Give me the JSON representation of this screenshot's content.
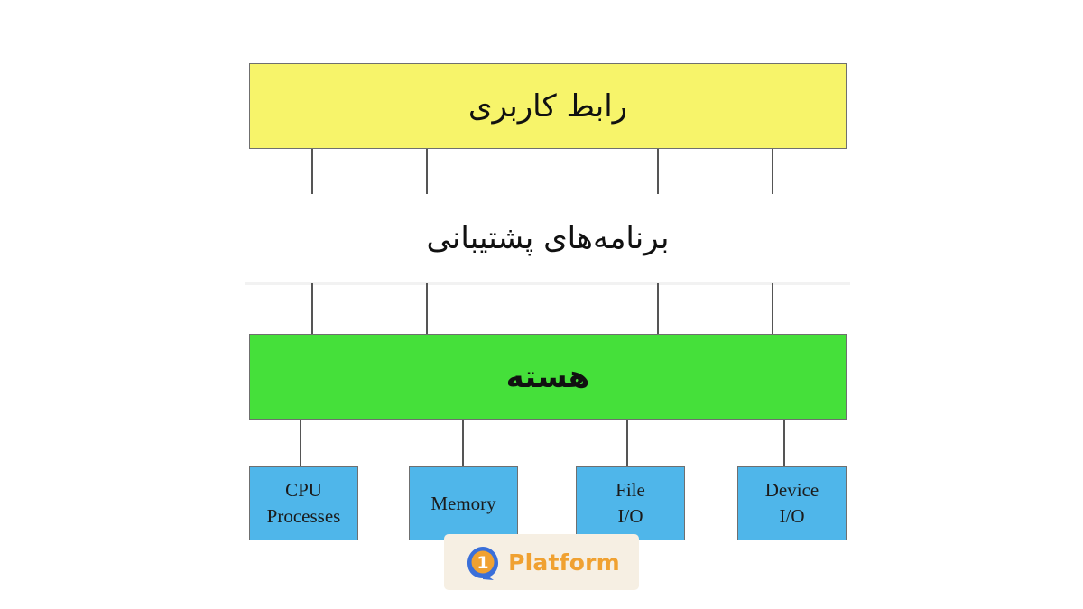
{
  "layers": {
    "user_interface": "رابط کاربری",
    "support_programs": "برنامه‌های پشتیبانی",
    "kernel": "هسته"
  },
  "units": [
    {
      "line1": "CPU",
      "line2": "Processes"
    },
    {
      "line1": "Memory",
      "line2": ""
    },
    {
      "line1": "File",
      "line2": "I/O"
    },
    {
      "line1": "Device",
      "line2": "I/O"
    }
  ],
  "watermark": {
    "logo_glyph": "1",
    "text": "Platform"
  },
  "colors": {
    "user_interface_fill": "#f7f46a",
    "kernel_fill": "#45e03a",
    "unit_fill": "#4fb6ea",
    "watermark_accent": "#f0a131",
    "watermark_logo_blue": "#3a6fd9"
  }
}
